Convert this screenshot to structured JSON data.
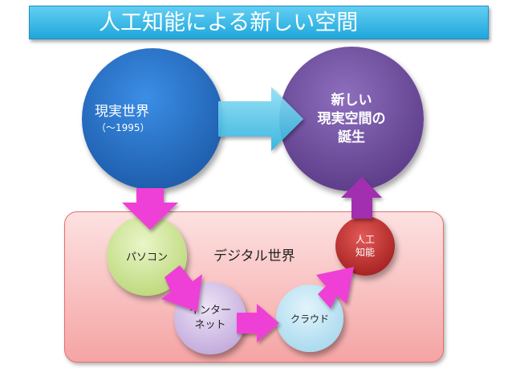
{
  "title": "人工知能による新しい空間",
  "nodes": {
    "real_world": {
      "label": "現実世界",
      "sub": "（〜1995）"
    },
    "new_space": {
      "lines": [
        "新しい",
        "現実空間の",
        "誕生"
      ]
    },
    "pc": {
      "label": "パソコン"
    },
    "internet": {
      "lines": [
        "インター",
        "ネット"
      ]
    },
    "cloud": {
      "label": "クラウド"
    },
    "ai": {
      "lines": [
        "人工",
        "知能"
      ]
    }
  },
  "digital_world": {
    "label": "デジタル世界"
  },
  "colors": {
    "title_bar": "#2eb2e4",
    "big_arrow": "#4fc7e8",
    "small_arrows": "#ee3fd6",
    "real_world": "#2b75cf",
    "new_space": "#7455a5",
    "panel": "#f7b8b8"
  }
}
